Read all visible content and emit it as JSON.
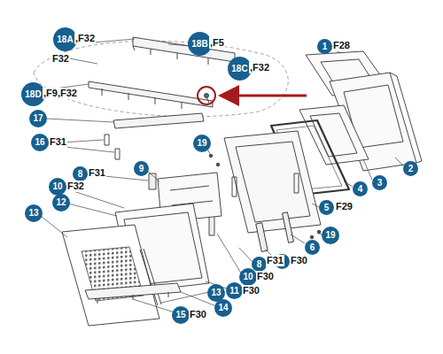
{
  "diagram": {
    "labels": [
      "18A",
      ",F32",
      "18B",
      ",F5",
      "F32",
      "18C",
      ",F32",
      "18D",
      ",F9,F32",
      "1",
      "F28",
      "17",
      "16",
      "F31",
      "19",
      "8",
      "F31",
      "9",
      "2",
      "10",
      "F32",
      "3",
      "4",
      "12",
      "5",
      "F29",
      "13",
      "19",
      "6",
      "7",
      "F30",
      "8",
      "F31",
      "10",
      "F30",
      "11",
      "F30",
      "13",
      "14",
      "15",
      "F30"
    ]
  }
}
